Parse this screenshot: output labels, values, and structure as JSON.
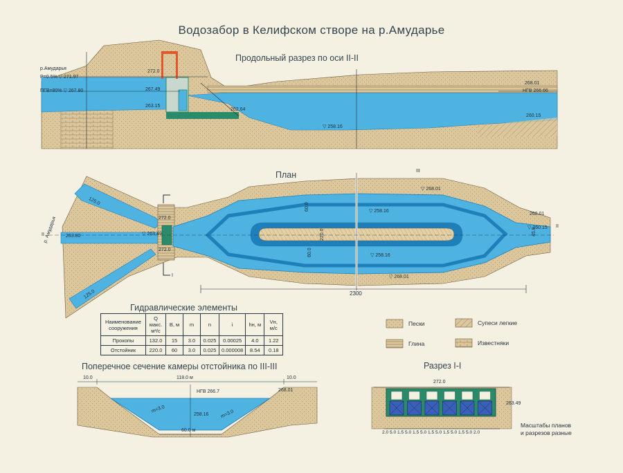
{
  "title": "Водозабор в Келифском створе на р.Амударье",
  "longitudinal": {
    "title": "Продольный разрез по оси II-II",
    "labels": {
      "river": "р.Амударья",
      "p_level": "Р=0.5% ▽ 271.97",
      "pgv": "ПГВ=80% ▽ 267.80",
      "e272": "272.0",
      "e267_49": "267.49",
      "e263_15": "263.15",
      "e262_64": "262.64",
      "e258_16": "▽ 258.16",
      "e268_01": "268.01",
      "ngv": "НГВ 266.66",
      "e260_15": "260.15"
    }
  },
  "plan": {
    "title": "План",
    "labels": {
      "sec_ii_left": "II",
      "sec_ii_right": "II",
      "sec_iii": "III",
      "sec_i": "I",
      "river": "р. Амударья",
      "e263_80": "263.80",
      "e272_0a": "272.0",
      "e263_49": "▽ 263.49",
      "e272_0b": "272.0",
      "e258_16a": "▽ 258.16",
      "e258_16b": "▽ 258.16",
      "e268_01a": "▽ 268.01",
      "e268_01b": "▽ 268.01",
      "e268_01c": "268.01",
      "e260_15": "▽ 260.15",
      "w60a": "60.0",
      "w60b": "60.0",
      "w45": "45.0",
      "w125a": "125.0",
      "w125b": "125.0",
      "w220": "220.0",
      "length": "2300"
    }
  },
  "hydraulic": {
    "title": "Гидравлические элементы",
    "headers": [
      "Наименование сооружения",
      "Q макс. м³/с",
      "В, м",
      "m",
      "n",
      "i",
      "hн, м",
      "Vн, м/с"
    ],
    "rows": [
      [
        "Прокопы",
        "132.0",
        "15",
        "3.0",
        "0.025",
        "0.00025",
        "4.0",
        "1.22"
      ],
      [
        "Отстойник",
        "220.0",
        "60",
        "3.0",
        "0.025",
        "0.000008",
        "8.54",
        "0.18"
      ]
    ]
  },
  "legend": {
    "sand": "Пески",
    "loam": "Супеси легкие",
    "clay": "Глина",
    "limestone": "Известняки"
  },
  "cross_section": {
    "title": "Поперечное сечение камеры отстойника по III-III",
    "labels": {
      "w10a": "10.0",
      "w118": "118.0 м",
      "w10b": "10.0",
      "ngv": "НГВ 266.7",
      "e268_01": "268.01",
      "m_left": "m=3.0",
      "m_right": "m=3.0",
      "e258_16": "258.16",
      "bottom": "60.0 м"
    }
  },
  "section_i": {
    "title": "Разрез I-I",
    "labels": {
      "e272": "272.0",
      "e263_49": "263.49",
      "dims": "2.0 5.0 1.5 5.0 1.5 5.0 1.5 5.0 1.5 5.0 1.5 5.0 2.0"
    }
  },
  "note": {
    "line1": "Масштабы планов",
    "line2": "и разрезов разные"
  },
  "colors": {
    "water": "#4fb3e2",
    "water_dark": "#1f7fb8",
    "soil": "#dcc79c",
    "soil_dark": "#b59d6e",
    "structure": "#2a8a6a",
    "gate": "#e2572a",
    "paper": "#f4f0e2"
  }
}
